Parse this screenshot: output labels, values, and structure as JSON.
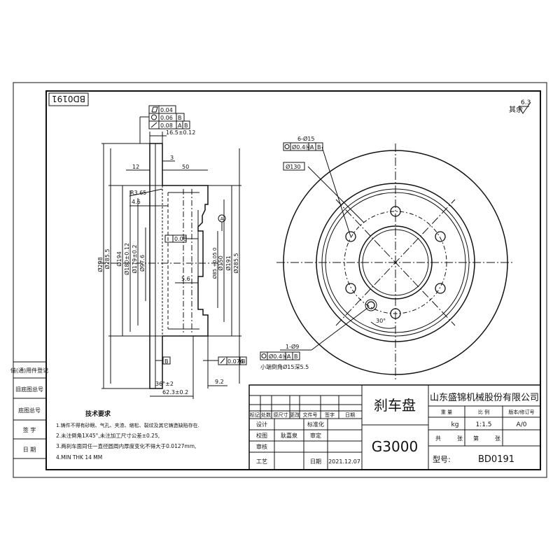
{
  "drawing_code_rotated": "BD0191",
  "surface_note": {
    "text": "其余",
    "roughness": "6.3"
  },
  "side_view": {
    "frame_flatness": "0.04",
    "frame_runout": "0.06",
    "frame_runout_ref": "B",
    "frame_total_runout": "0.08",
    "frame_total_runout_ref_a": "A",
    "frame_total_runout_ref_b": "B",
    "dim_thickness": "16.5±0.12",
    "dim_3": "3",
    "dim_12": "12",
    "dim_50": "50",
    "dim_r365": "R3.65",
    "dim_46": "4.6",
    "dim_56": "5.6",
    "frame_flat_small": "0.08",
    "dim_d298": "Ø298",
    "dim_d2855_left": "Ø285.5",
    "dim_d194": "Ø194",
    "dim_d180": "Ø180±0.12",
    "dim_d179": "Ø179±0.2",
    "dim_d976": "Ø97.6",
    "dim_d85": "Ø85 +0.05 0",
    "dim_d150": "Ø150",
    "dim_d191": "Ø191",
    "dim_d2855_right": "Ø285.5",
    "datum_a": "A",
    "frame_bottom_runout": "0.076",
    "frame_bottom_ref": "B",
    "dim_angle": "36°±2",
    "dim_92": "9.2",
    "dim_623": "62.3±0.2",
    "datum_b": "B"
  },
  "front_view": {
    "holes_note": "6-Ø15",
    "holes_pos_value": "Ø0.4Ⓜ",
    "holes_ref_a": "A",
    "holes_ref_b": "B",
    "bolt_circle": "Ø130",
    "angle": "30°",
    "small_hole_count": "1-Ø9",
    "small_pos_value": "Ø0.4Ⓜ",
    "small_ref_a": "A",
    "small_ref_b": "B",
    "small_hole_note": "小端倒角Ø15深5.5"
  },
  "left_column": [
    "借(通)用件登记",
    "旧底图总号",
    "底图总号",
    "签 字",
    "日 期"
  ],
  "tech_req": {
    "title": "技术要求",
    "lines": [
      "1.铸件不得有砂眼、气孔、夹渣、缩松、裂纹及其它铸造缺陷存在.",
      "2.未注倒角1X45°,未注加工尺寸公差±0.25,",
      "3.两刹车面同任一直径圆周内厚度变化不得大于0.0127mm,",
      "4.MIN THK 14 MM"
    ]
  },
  "title_block": {
    "part_name": "刹车盘",
    "company": "山东盛锦机械股份有限公司",
    "part_no": "G3000",
    "rev_header": [
      "标记",
      "处数",
      "原尺寸",
      "更改",
      "文件号",
      "签字",
      "日期"
    ],
    "designer_label": "设计",
    "std_label": "标准化",
    "checker_label": "校图",
    "checker_name": "耿嘉泉",
    "review_label": "审定",
    "audit_label": "审核",
    "process_label": "工艺",
    "date_label": "日期",
    "date_value": "2021.12.07",
    "weight_label": "重 量",
    "scale_label": "比 例",
    "version_label": "版本/修订号",
    "weight_unit": "kg",
    "scale_value": "1:1.5",
    "version_value": "A/0",
    "total_label": "共",
    "sheets_label": "张",
    "sheet_no_label": "第",
    "sheet_no_suffix": "张",
    "model_label": "型号:",
    "model_value": "BD0191"
  },
  "colors": {
    "line": "#111111",
    "background": "#ffffff"
  }
}
